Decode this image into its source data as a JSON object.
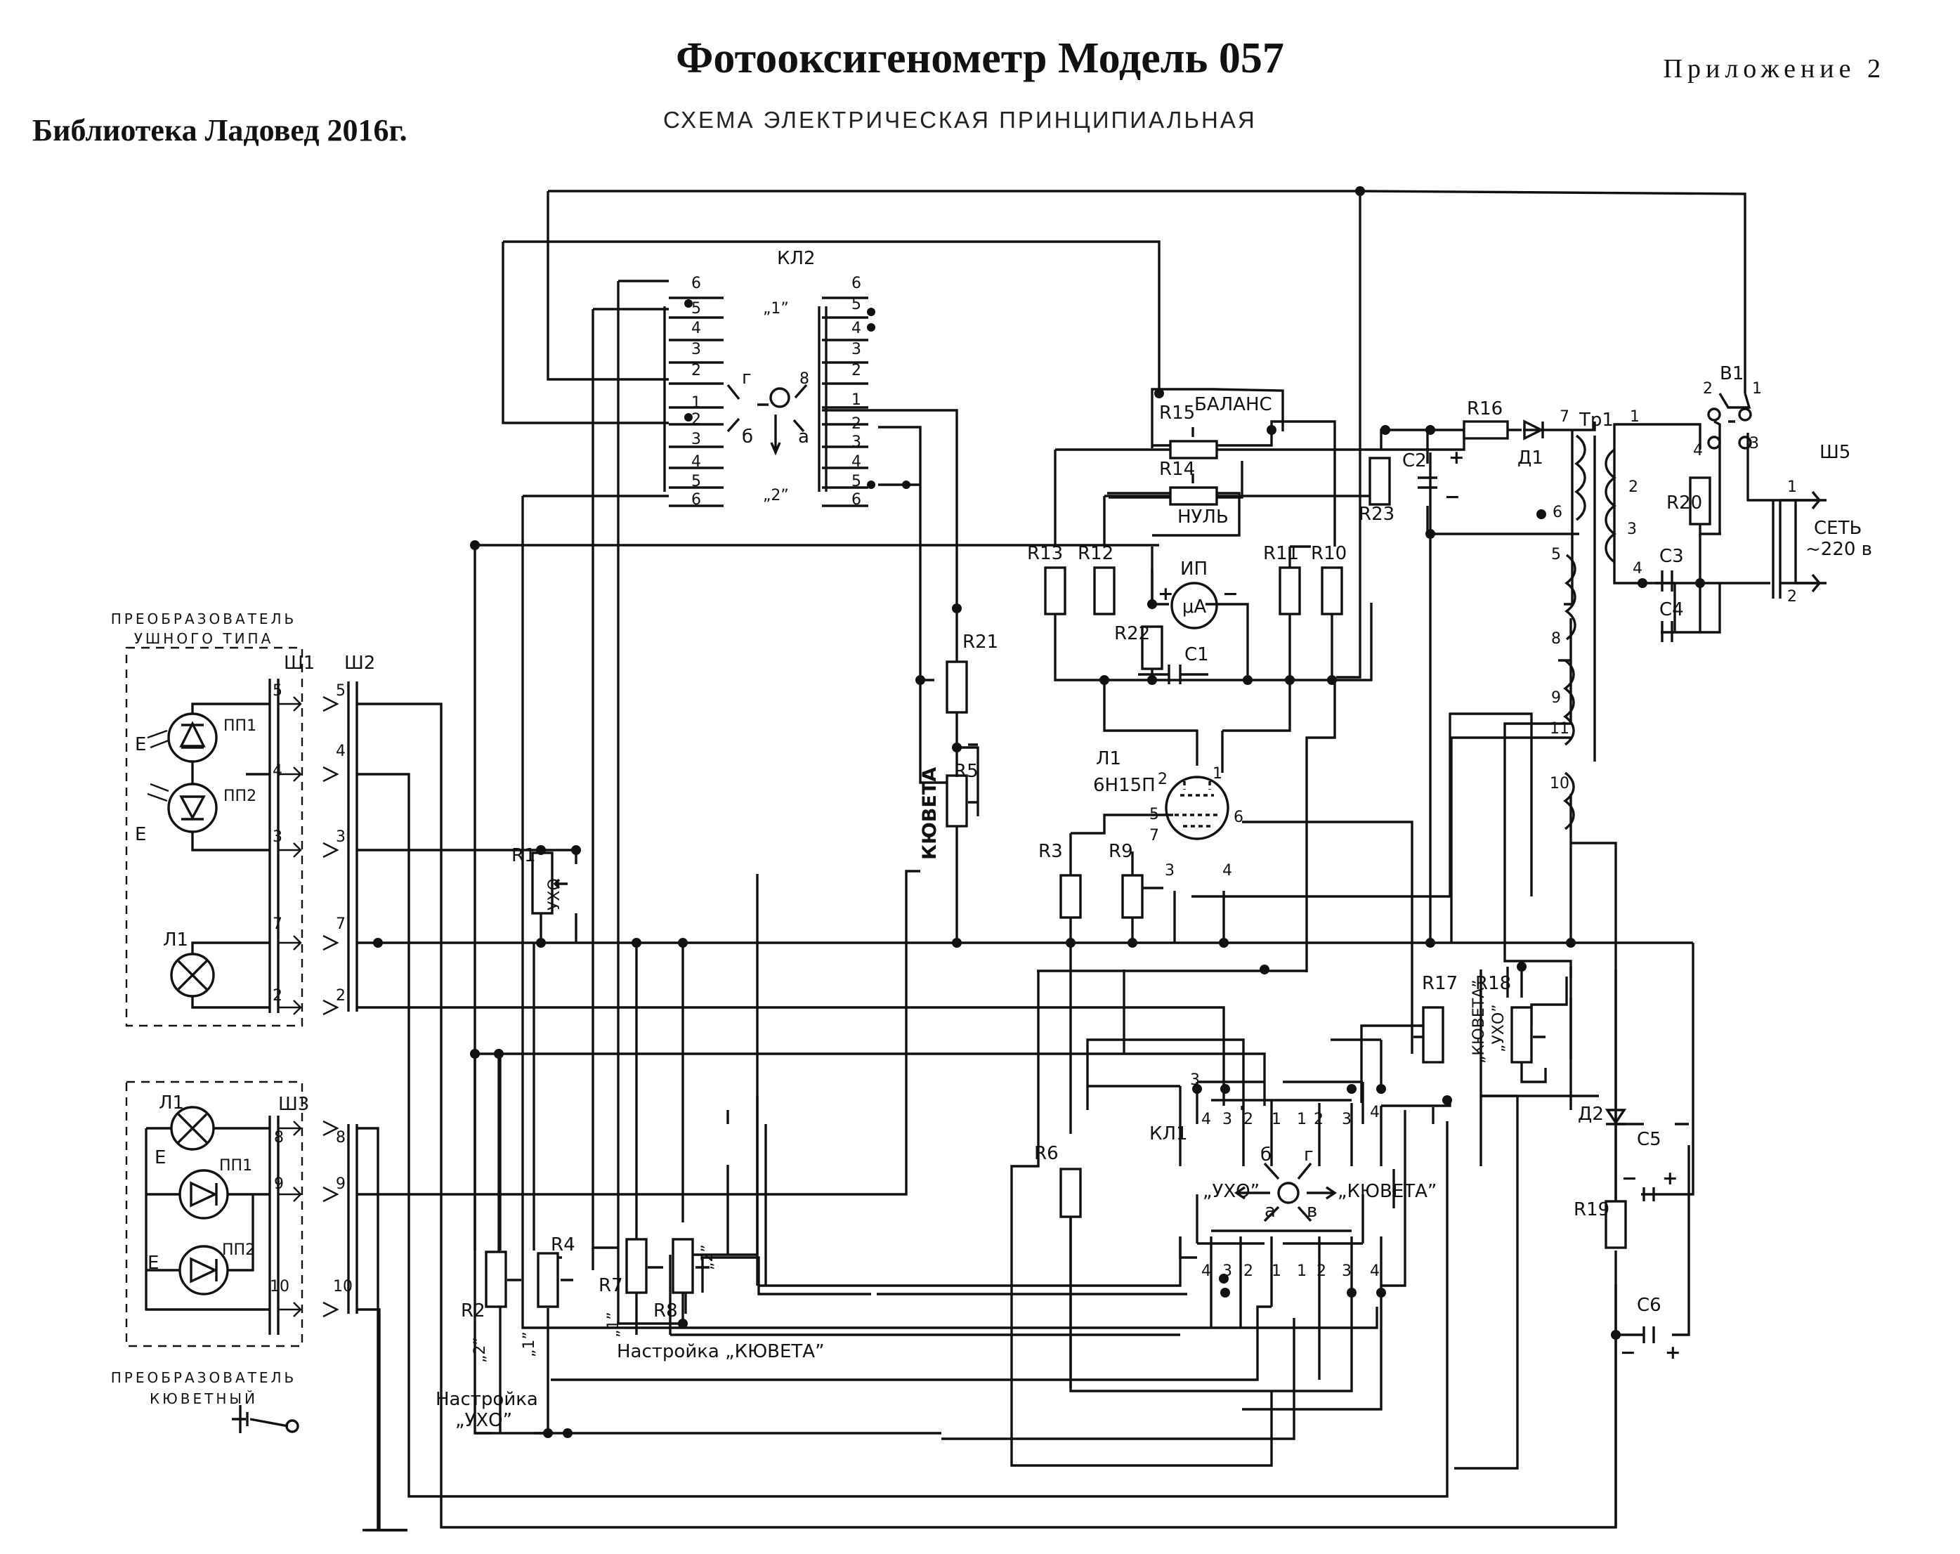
{
  "header": {
    "title": "Фотооксигенометр Модель 057",
    "appendix": "Приложение 2",
    "library": "Библиотека Ладовед 2016г.",
    "subtitle": "СХЕМА ЭЛЕКТРИЧЕСКАЯ ПРИНЦИПИАЛЬНАЯ"
  },
  "blocks": {
    "ear_converter": {
      "title1": "ПРЕОБРАЗОВАТЕЛЬ",
      "title2": "УШНОГО ТИПА",
      "connector": "Ш1"
    },
    "cuvette_converter": {
      "title1": "ПРЕОБРАЗОВАТЕЛЬ",
      "title2": "КЮВЕТНЫЙ",
      "connector": "Ш3"
    },
    "connector_w2": "Ш2"
  },
  "labels": {
    "sw2": "КЛ2",
    "sw1": "КЛ1",
    "switch_b1": "В1",
    "connector_w5": "Ш5",
    "mains": "СЕТЬ",
    "mains_voltage": "~220 в",
    "tube": "Л1",
    "tube_type": "6Н15П",
    "lamp": "Л1",
    "meter": "ИП",
    "meter_unit": "μA",
    "balance": "БАЛАНС",
    "zero": "НУЛЬ",
    "transformer": "Тр1",
    "diode1": "Д1",
    "diode2": "Д2",
    "pp1": "ПП1",
    "pp2": "ПП2",
    "e_light": "Е",
    "cuvette_vertical": "КЮВЕТА",
    "uho": "УХО",
    "uho_q": "„УХО”",
    "cuvette_q": "„КЮВЕТА”",
    "tuning_cuvette": "Настройка „КЮВЕТА”",
    "tuning_uho_1": "Настройка",
    "tuning_uho_2": "„УХО”",
    "pos1": "„1”",
    "pos2": "„2”",
    "sw_a": "а",
    "sw_b": "б",
    "sw_v": "в",
    "sw_g": "г"
  },
  "components": [
    "R1",
    "R2",
    "R3",
    "R4",
    "R5",
    "R6",
    "R7",
    "R8",
    "R9",
    "R11",
    "R12",
    "R13",
    "R14",
    "R15",
    "R16",
    "R17",
    "R18",
    "R19",
    "R20",
    "R21",
    "R22",
    "R23",
    "R10",
    "C1",
    "C2",
    "C3",
    "C4",
    "C5",
    "C6"
  ],
  "pin_numbers": [
    "1",
    "2",
    "3",
    "4",
    "5",
    "6",
    "7",
    "8",
    "9",
    "10",
    "11"
  ],
  "polarity": {
    "plus": "+",
    "minus": "−"
  }
}
